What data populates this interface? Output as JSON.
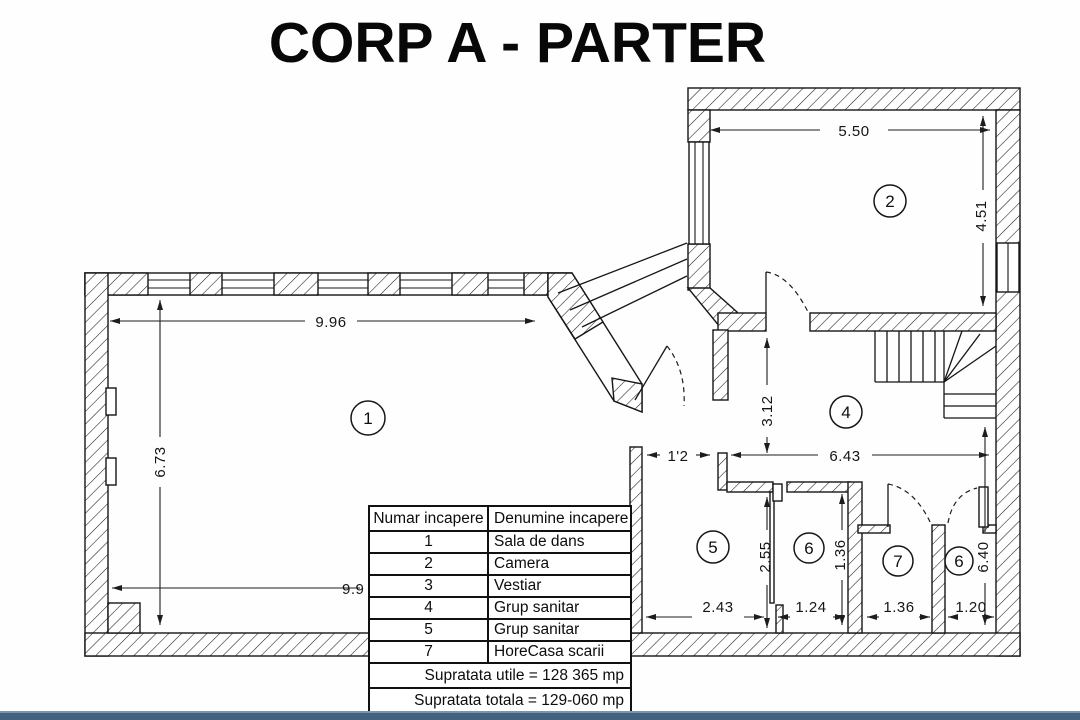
{
  "title": "CORP A - PARTER",
  "table": {
    "headers": [
      "Numar incapere",
      "Denumine incapere"
    ],
    "rows": [
      {
        "num": "1",
        "name": "Sala de dans"
      },
      {
        "num": "2",
        "name": "Camera"
      },
      {
        "num": "3",
        "name": "Vestiar"
      },
      {
        "num": "4",
        "name": "Grup sanitar"
      },
      {
        "num": "5",
        "name": "Grup sanitar"
      },
      {
        "num": "7",
        "name": "HoreCasa scarii"
      }
    ],
    "footer": [
      "Supratata utile = 128 365 mp",
      "Supratata totala = 129-060 mp"
    ]
  },
  "rooms": {
    "room1": "1",
    "room2": "2",
    "room4": "4",
    "room5": "5",
    "room6a": "6",
    "room7": "7",
    "room6b": "6"
  },
  "dims": {
    "room1_top": "9.96",
    "room1_left": "6.73",
    "room1_bottom": "9.9",
    "room2_top": "5.50",
    "room2_right": "4.51",
    "corridor_height": "3.12",
    "mid_width": "6.43",
    "opening_width": "1'2",
    "room5_width": "2.43",
    "room5_height": "2.55",
    "room6a_width": "1.24",
    "room6a_height": "1.36",
    "room7_width": "1.36",
    "room6b_width": "1.20",
    "right_height": "6.40"
  },
  "colors": {
    "line": "#161616",
    "bottom_bar": "#43627f"
  }
}
